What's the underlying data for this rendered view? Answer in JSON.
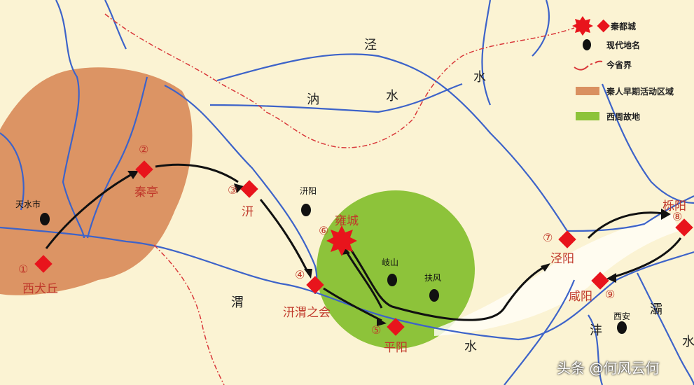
{
  "legend": [
    {
      "label": "秦都城",
      "symbol": "red-star-and-diamond",
      "color": "#e8141c"
    },
    {
      "label": "现代地名",
      "symbol": "black-dot",
      "color": "#111111"
    },
    {
      "label": "今省界",
      "symbol": "red-dashed-line",
      "color": "#d9383a"
    },
    {
      "label": "秦人早期活动区域",
      "symbol": "swatch",
      "color": "#d99060"
    },
    {
      "label": "西周故地",
      "symbol": "swatch",
      "color": "#8dc33a"
    }
  ],
  "capitals": [
    {
      "num": "①",
      "name": "西犬丘"
    },
    {
      "num": "②",
      "name": "秦亭"
    },
    {
      "num": "③",
      "name": "汧"
    },
    {
      "num": "④",
      "name": "汧渭之会"
    },
    {
      "num": "⑤",
      "name": "平阳"
    },
    {
      "num": "⑥",
      "name": "雍城"
    },
    {
      "num": "⑦",
      "name": "泾阳"
    },
    {
      "num": "⑧",
      "name": "栎阳"
    },
    {
      "num": "⑨",
      "name": "咸阳"
    }
  ],
  "modern_places": [
    "天水市",
    "汧阳",
    "岐山",
    "扶风",
    "西安"
  ],
  "rivers": [
    "泾",
    "水",
    "汭",
    "水",
    "渭",
    "水",
    "沣",
    "灞",
    "水"
  ],
  "watermark": "头条 @何风云何"
}
